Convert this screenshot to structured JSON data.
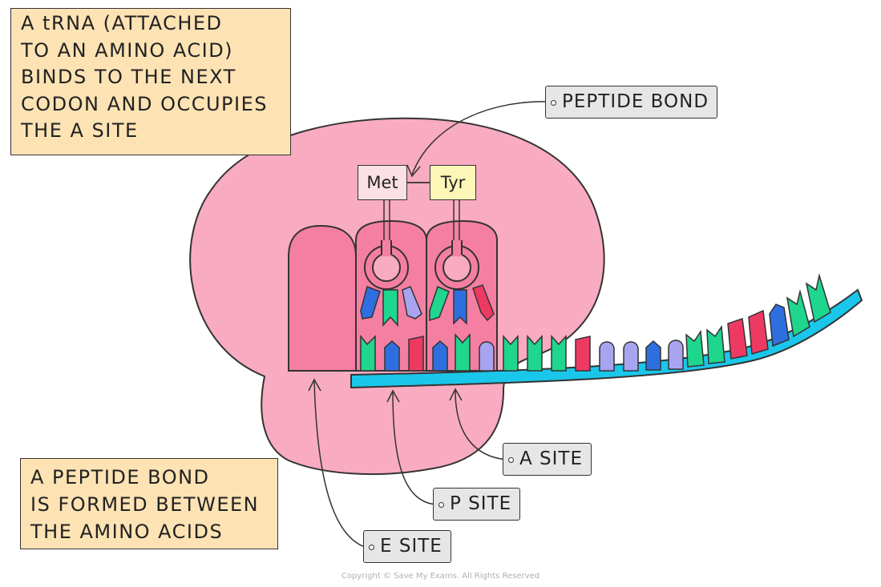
{
  "notes": {
    "top_left": [
      "A tRNA (ATTACHED",
      "TO AN AMINO ACID)",
      "BINDS TO THE NEXT",
      "CODON AND OCCUPIES",
      "THE A SITE"
    ],
    "bottom_left": [
      "A PEPTIDE BOND",
      "IS FORMED BETWEEN",
      "THE AMINO ACIDS"
    ]
  },
  "labels": {
    "peptide_bond": "PEPTIDE BOND",
    "a_site": "A SITE",
    "p_site": "P SITE",
    "e_site": "E SITE"
  },
  "amino_acids": {
    "left": "Met",
    "right": "Tyr"
  },
  "copyright": "Copyright © Save My Exams. All Rights Reserved",
  "colors": {
    "ribosome": "#f9abc1",
    "site_pocket": "#f47fa3",
    "mrna": "#1ac7ea",
    "note_box": "#fde3b4",
    "label_tag": "#e6e6e6",
    "met_box": "#fbe0e6",
    "tyr_box": "#fcf7b6",
    "base_green": "#1fd68e",
    "base_blue": "#2e6fe0",
    "base_red": "#ee3a63",
    "base_lilac": "#a9a4f0"
  }
}
